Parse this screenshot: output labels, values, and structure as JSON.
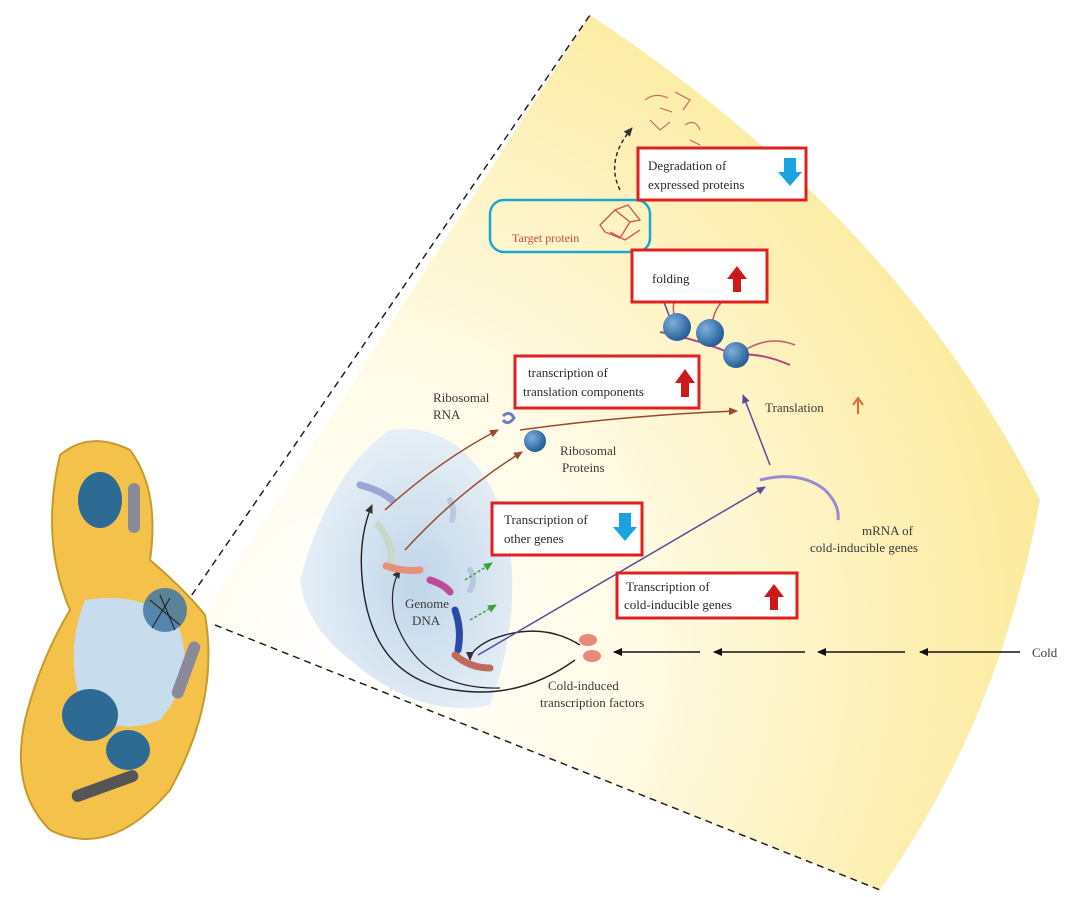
{
  "labels": {
    "cold": "Cold",
    "genome_dna_line1": "Genome",
    "genome_dna_line2": "DNA",
    "ribosomal_rna_line1": "Ribosomal",
    "ribosomal_rna_line2": "RNA",
    "ribosomal_proteins_line1": "Ribosomal",
    "ribosomal_proteins_line2": "Proteins",
    "translation": "Translation",
    "mrna_line1": "mRNA of",
    "mrna_line2": "cold-inducible genes",
    "tf_line1": "Cold-induced",
    "tf_line2": "transcription factors",
    "target_protein": "Target protein"
  },
  "boxes": {
    "degradation": {
      "line1": "Degradation of",
      "line2": "expressed proteins",
      "direction": "down"
    },
    "folding": {
      "line1": "folding",
      "direction": "up"
    },
    "translation_components": {
      "line1": "transcription of",
      "line2": "translation components",
      "direction": "up"
    },
    "other_genes": {
      "line1": "Transcription of",
      "line2": "other genes",
      "direction": "down"
    },
    "cold_inducible": {
      "line1": "Transcription of",
      "line2": "cold-inducible genes",
      "direction": "up"
    }
  },
  "colors": {
    "box_border": "#e02020",
    "up_arrow": "#cc1a1a",
    "down_arrow": "#1aa3e0",
    "target_box_border": "#1aa7d4",
    "ribosome": "#2f6fa8",
    "fan_yellow": "#fbe88a",
    "nucleus_blue": "#c9dbea",
    "cell_body": "#f5c24a",
    "arrow_purple": "#5a4c9a",
    "arrow_brown": "#9a4a2a",
    "target_protein_text": "#d04848"
  }
}
